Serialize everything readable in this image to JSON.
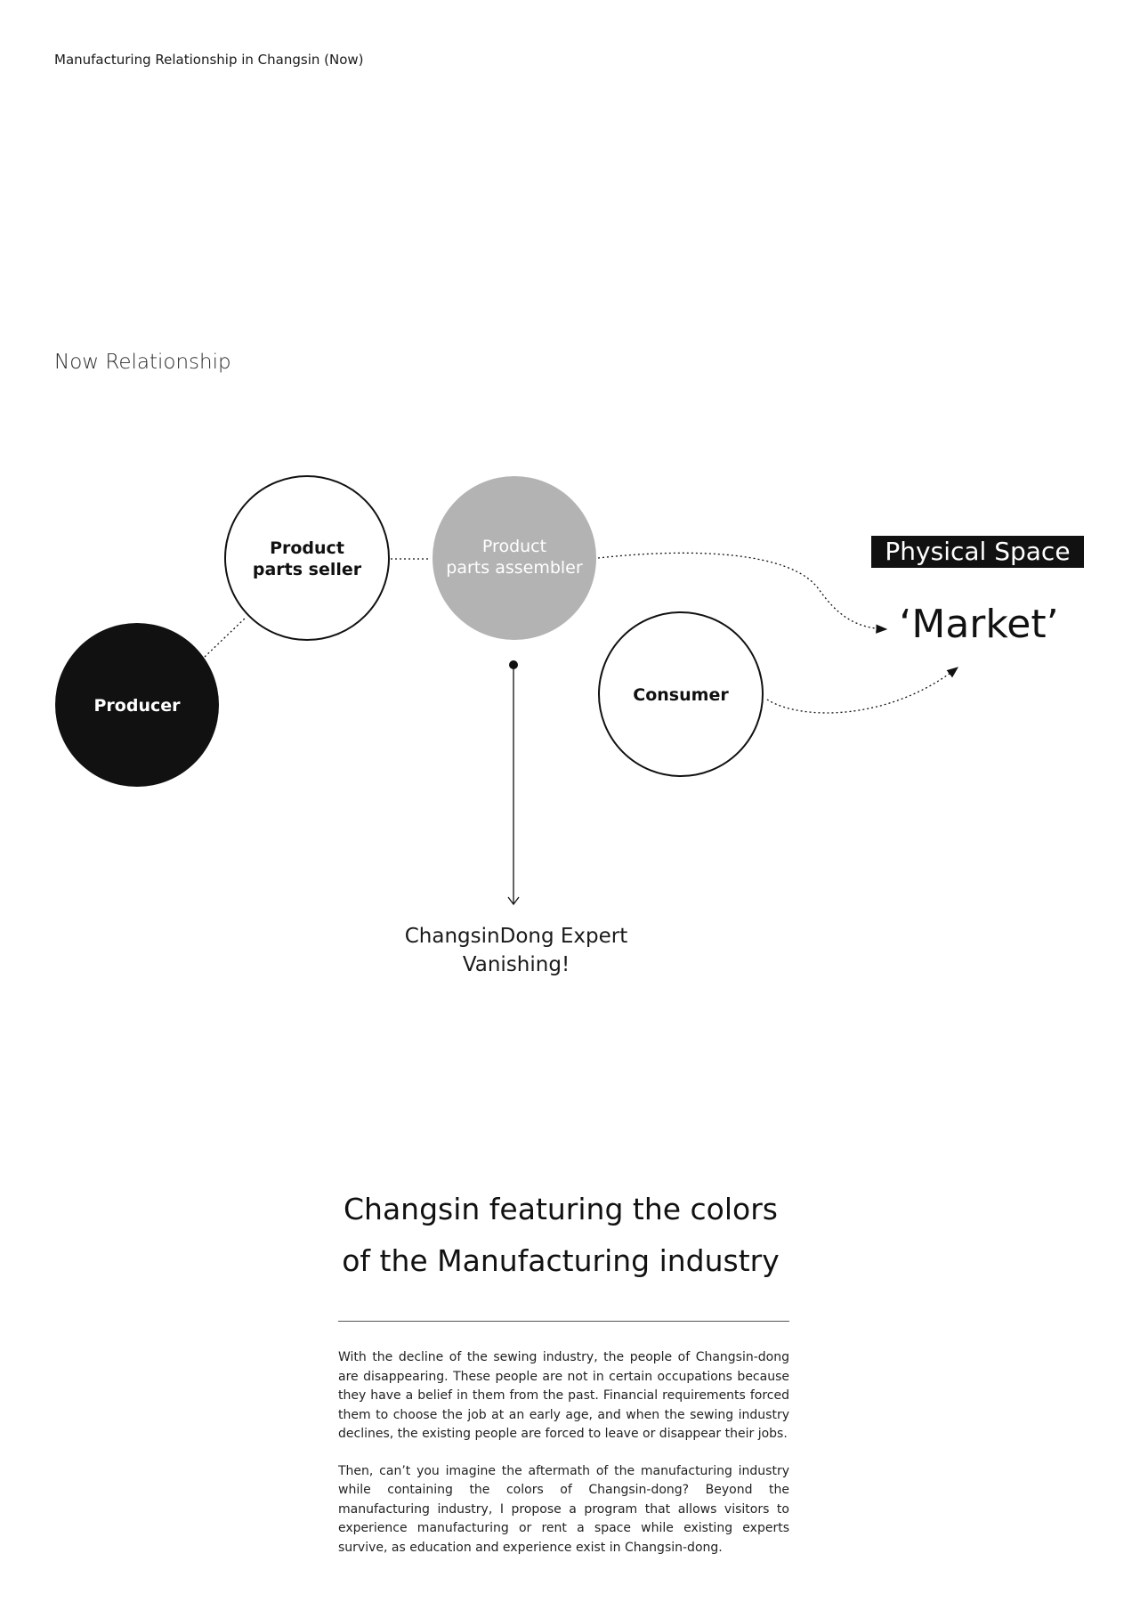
{
  "header": {
    "title": "Manufacturing Relationship in Changsin (Now)"
  },
  "section": {
    "title": "Now Relationship"
  },
  "diagram": {
    "nodes": {
      "producer": {
        "label": "Producer"
      },
      "seller": {
        "line1": "Product",
        "line2": "parts seller"
      },
      "assembler": {
        "line1": "Product",
        "line2": "parts assembler"
      },
      "consumer": {
        "label": "Consumer"
      }
    },
    "tag": "Physical Space",
    "market": "‘Market’",
    "vanish": {
      "line1": "ChangsinDong Expert",
      "line2": "Vanishing!"
    },
    "colors": {
      "producer_fill": "#111111",
      "assembler_fill": "#b3b3b3",
      "outline": "#111111"
    }
  },
  "article": {
    "heading_line1": "Changsin featuring the colors",
    "heading_line2": "of the Manufacturing industry",
    "paragraph1": "With the decline of the sewing industry, the people of Changsin-dong are disappearing. These people are not in certain occupations because they have a belief in them from the past. Financial requirements forced them to choose the job at an early age, and when the sewing industry declines, the existing people are forced to leave or disappear their jobs.",
    "paragraph2": "Then, can’t you imagine the aftermath of the manufacturing industry while containing the colors of Changsin-dong? Beyond the manufacturing industry, I propose a program that allows visitors to experience manufacturing or rent a space while existing experts survive, as education and experience exist in Changsin-dong."
  }
}
